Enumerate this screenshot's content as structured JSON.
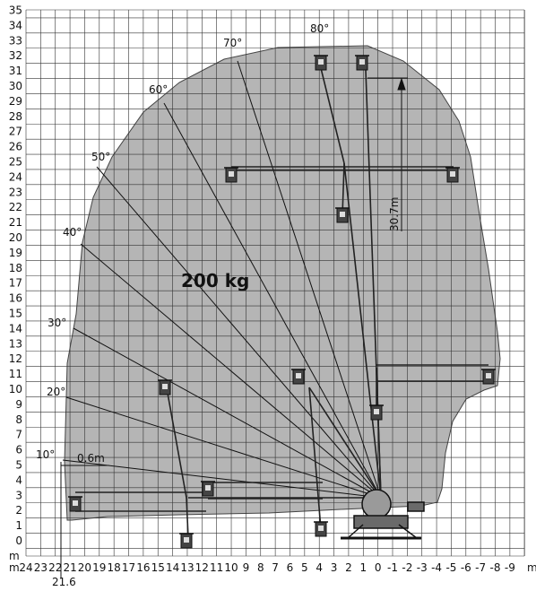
{
  "diagram": {
    "y_axis": {
      "ticks": [
        0,
        1,
        2,
        3,
        4,
        5,
        6,
        7,
        8,
        9,
        10,
        11,
        12,
        13,
        14,
        15,
        16,
        17,
        18,
        19,
        20,
        21,
        22,
        23,
        24,
        25,
        26,
        27,
        28,
        29,
        30,
        31,
        32,
        33,
        34,
        35
      ],
      "unit": "m"
    },
    "x_axis": {
      "ticks": [
        24,
        23,
        22,
        21,
        20,
        19,
        18,
        17,
        16,
        15,
        14,
        13,
        12,
        11,
        10,
        9,
        8,
        7,
        6,
        5,
        4,
        3,
        2,
        1,
        0,
        -1,
        -2,
        -3,
        -4,
        -5,
        -6,
        -7,
        -8,
        -9
      ],
      "unit_left": "m",
      "unit_right": "m",
      "max_outreach_label": "21.6"
    },
    "load_label": "200 kg",
    "angle_labels": [
      "10°",
      "20°",
      "30°",
      "40°",
      "50°",
      "60°",
      "70°",
      "80°"
    ],
    "height_label": "30.7m",
    "offset_label": "0.6m",
    "colors": {
      "envelope": "#b5b5b5",
      "grid": "#333333",
      "lines": "#111111"
    }
  }
}
